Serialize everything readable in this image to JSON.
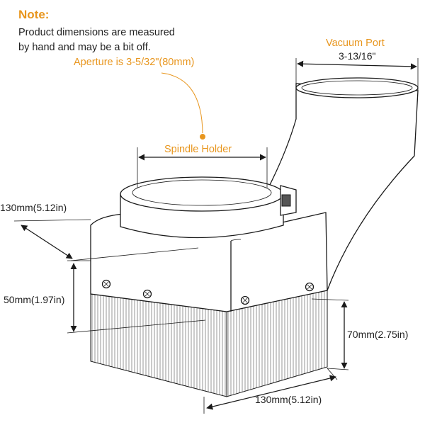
{
  "note": {
    "title": "Note:",
    "line1": "Product dimensions are measured",
    "line2": "by hand and may be a bit off."
  },
  "labels": {
    "aperture": "Aperture is 3-5/32\"(80mm)",
    "spindle_holder": "Spindle Holder",
    "vacuum_port": "Vacuum Port",
    "vacuum_port_size": "3-13/16\"",
    "depth": "130mm(5.12in)",
    "height_upper": "50mm(1.97in)",
    "height_brush": "70mm(2.75in)",
    "width": "130mm(5.12in)"
  },
  "colors": {
    "accent": "#e8961e",
    "text": "#222222",
    "line": "#1a1a1a"
  }
}
